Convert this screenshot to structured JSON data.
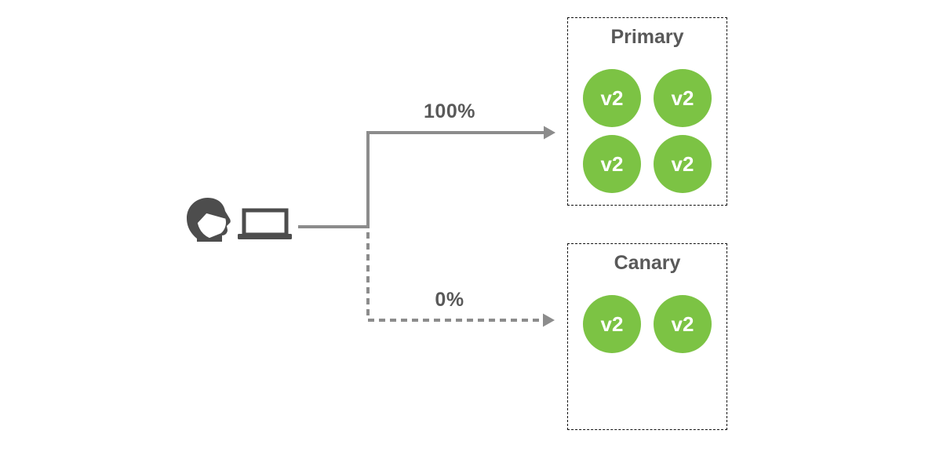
{
  "client": {
    "person_icon": "person-with-mask",
    "device_icon": "laptop"
  },
  "routes": {
    "primary": {
      "label": "100%",
      "line_style": "solid"
    },
    "canary": {
      "label": "0%",
      "line_style": "dashed"
    }
  },
  "groups": {
    "primary": {
      "title": "Primary",
      "nodes": [
        "v2",
        "v2",
        "v2",
        "v2"
      ]
    },
    "canary": {
      "title": "Canary",
      "nodes": [
        "v2",
        "v2"
      ]
    }
  },
  "colors": {
    "node_green": "#7cc344",
    "node_text": "#ffffff",
    "line_gray": "#8c8c8c",
    "label_gray": "#595959",
    "icon_gray": "#4d4d4d",
    "box_border": "#111111"
  }
}
